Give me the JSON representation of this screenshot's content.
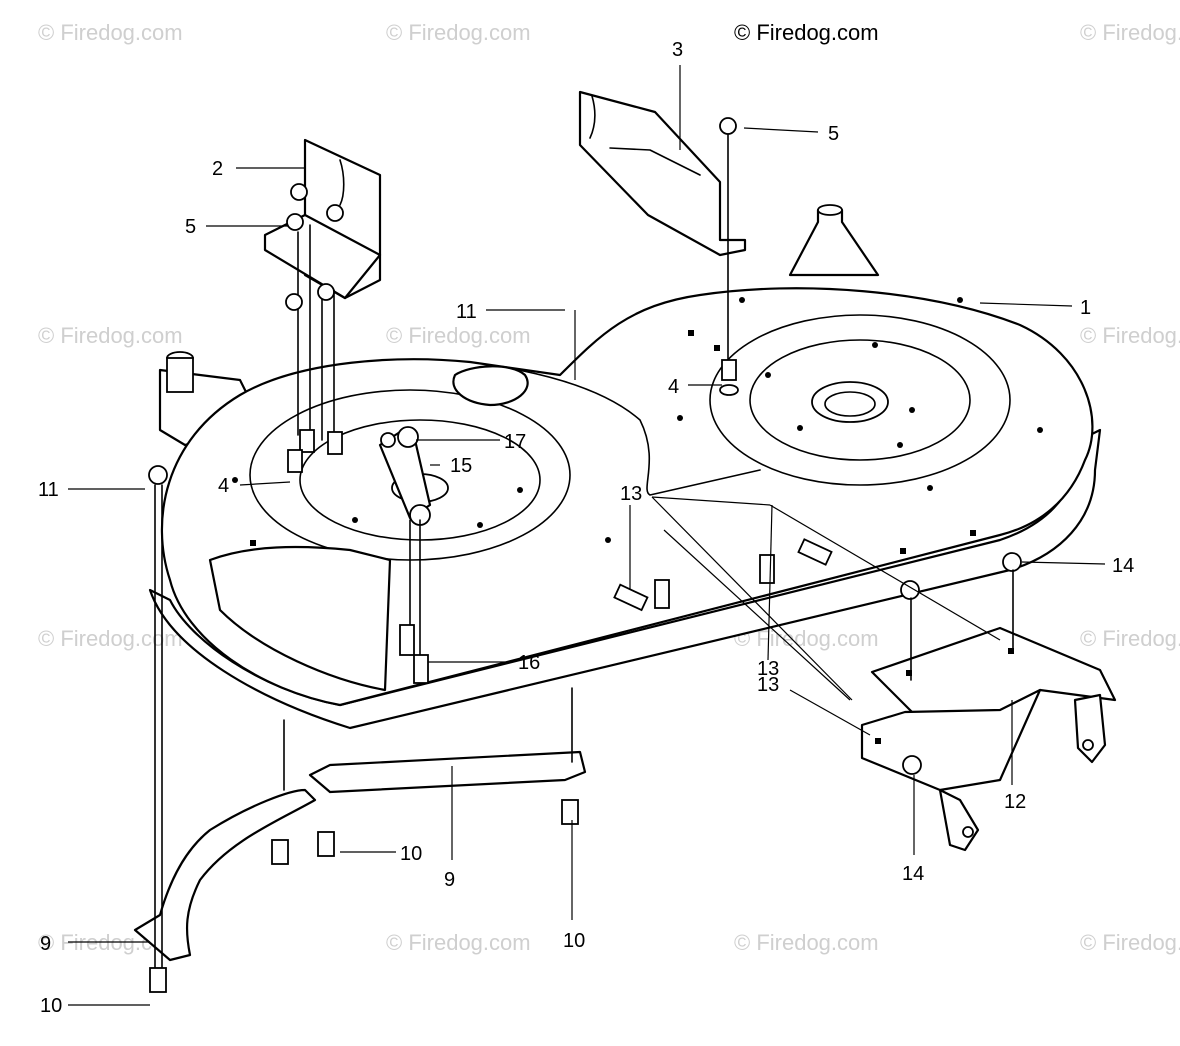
{
  "copyright": "© Firedog.com",
  "watermark_text": "© Firedog.com",
  "callouts": {
    "c1": "1",
    "c2": "2",
    "c3": "3",
    "c4a": "4",
    "c4b": "4",
    "c5a": "5",
    "c5b": "5",
    "c9a": "9",
    "c9b": "9",
    "c10a": "10",
    "c10b": "10",
    "c10c": "10",
    "c11a": "11",
    "c11b": "11",
    "c12": "12",
    "c13a": "13",
    "c13b": "13",
    "c13c": "13",
    "c14a": "14",
    "c14b": "14",
    "c15": "15",
    "c16": "16",
    "c17": "17"
  }
}
